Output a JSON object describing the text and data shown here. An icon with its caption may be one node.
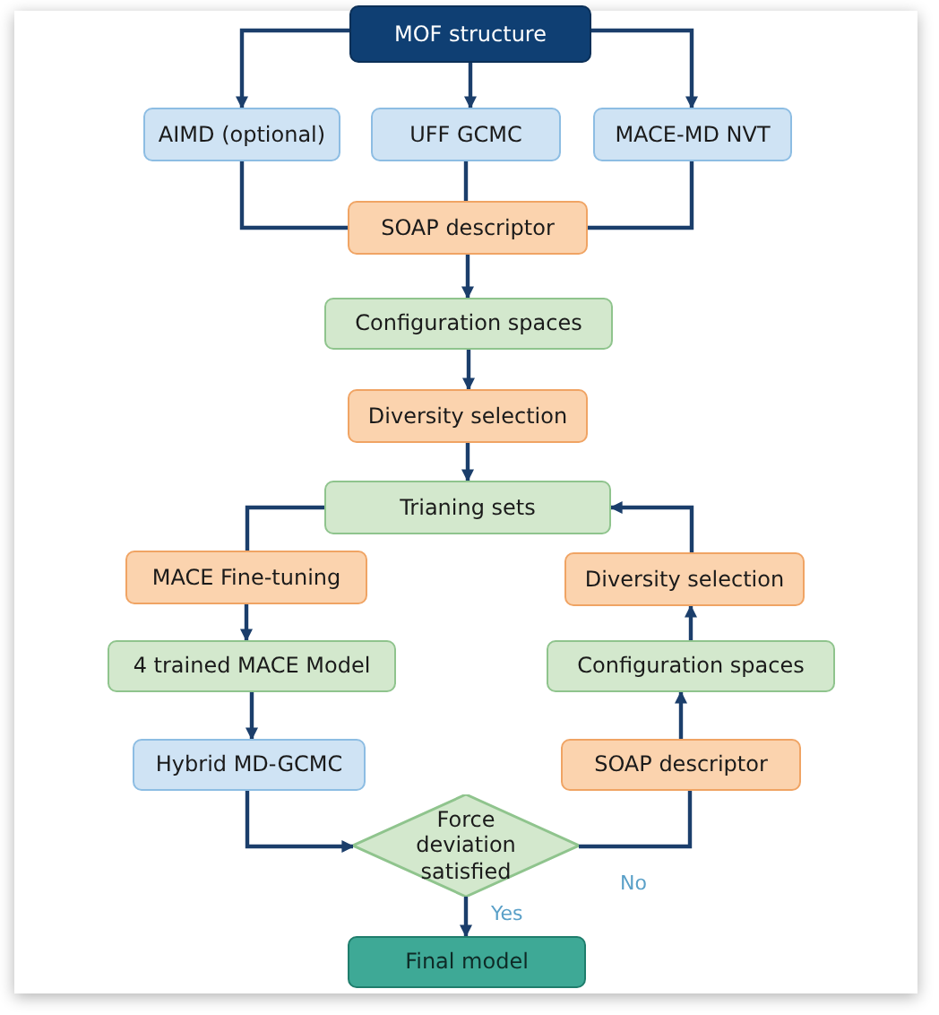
{
  "diagram": {
    "nodes": [
      {
        "text": [
          "MOF structure"
        ]
      },
      {
        "text": [
          "AIMD (optional)"
        ]
      },
      {
        "text": [
          "UFF GCMC"
        ]
      },
      {
        "text": [
          "MACE-MD NVT"
        ]
      },
      {
        "text": [
          "SOAP descriptor"
        ]
      },
      {
        "text": [
          "Configuration spaces"
        ]
      },
      {
        "text": [
          "Diversity selection"
        ]
      },
      {
        "text": [
          "Trianing sets"
        ]
      },
      {
        "text": [
          "MACE Fine-tuning"
        ]
      },
      {
        "text": [
          "4 trained MACE Model"
        ]
      },
      {
        "text": [
          "Hybrid MD-GCMC"
        ]
      },
      {
        "text": [
          "Force deviation satisfied"
        ]
      },
      {
        "text": [
          "Final model"
        ]
      },
      {
        "text": [
          "SOAP descriptor"
        ]
      },
      {
        "text": [
          "Configuration spaces"
        ]
      },
      {
        "text": [
          "Diversity selection"
        ]
      }
    ],
    "edges": [
      {
        "from": 0,
        "to": 1,
        "arrow": "to"
      },
      {
        "from": 0,
        "to": 2,
        "arrow": "to"
      },
      {
        "from": 0,
        "to": 3,
        "arrow": "to"
      },
      {
        "from": 1,
        "to": 4,
        "arrow": "none"
      },
      {
        "from": 2,
        "to": 4,
        "arrow": "none"
      },
      {
        "from": 3,
        "to": 4,
        "arrow": "none"
      },
      {
        "from": 4,
        "to": 5,
        "arrow": "to"
      },
      {
        "from": 5,
        "to": 6,
        "arrow": "to"
      },
      {
        "from": 6,
        "to": 7,
        "arrow": "to"
      },
      {
        "from": 7,
        "to": 8,
        "arrow": "none"
      },
      {
        "from": 8,
        "to": 9,
        "arrow": "to"
      },
      {
        "from": 9,
        "to": 10,
        "arrow": "to"
      },
      {
        "from": 10,
        "to": 11,
        "arrow": "to"
      },
      {
        "from": 11,
        "to": 12,
        "arrow": "to",
        "label": "Yes"
      },
      {
        "from": 11,
        "to": 13,
        "arrow": "none",
        "label": "No"
      },
      {
        "from": 13,
        "to": 14,
        "arrow": "to"
      },
      {
        "from": 14,
        "to": 15,
        "arrow": "to"
      },
      {
        "from": 15,
        "to": 7,
        "arrow": "to"
      }
    ]
  }
}
